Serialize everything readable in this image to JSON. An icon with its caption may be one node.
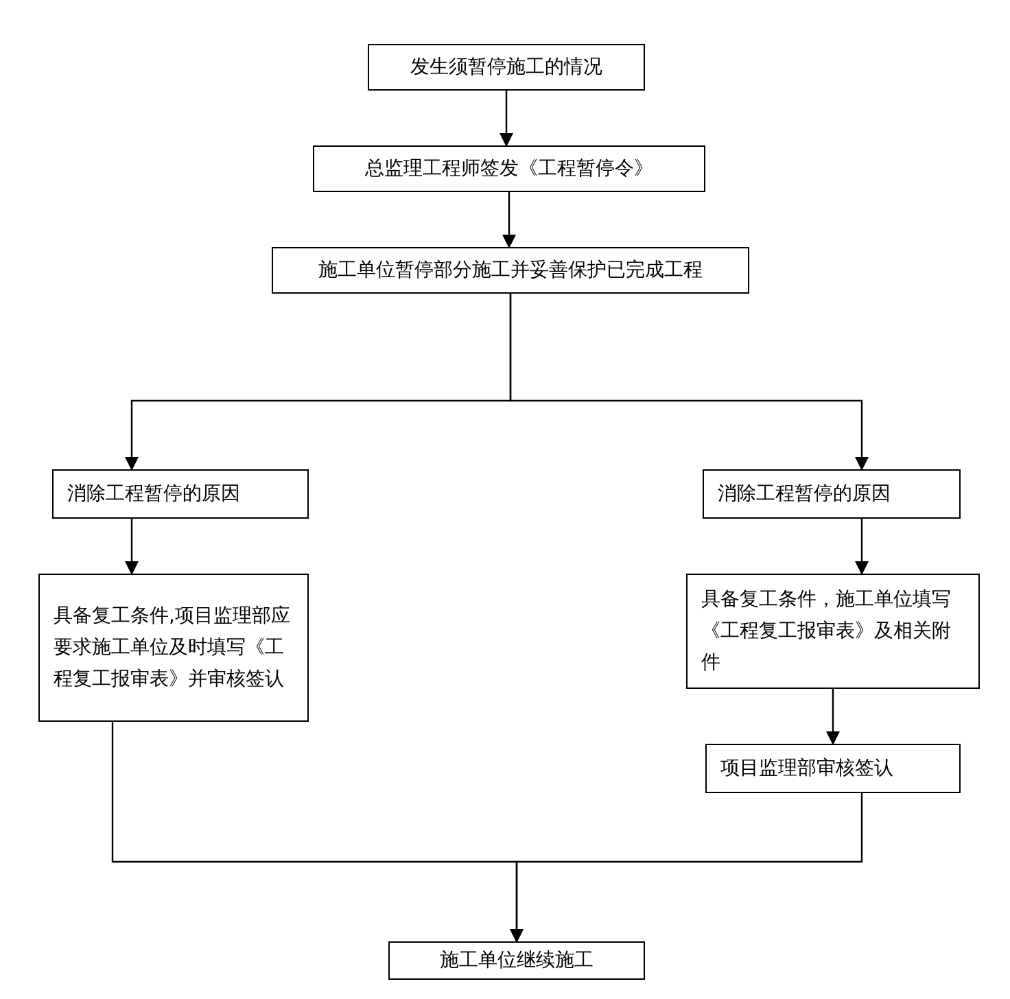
{
  "diagram": {
    "nodes": [
      {
        "text": [
          "发生须暂停施工的情况"
        ]
      },
      {
        "text": [
          "总监理工程师签发《工程暂停令》"
        ]
      },
      {
        "text": [
          "施工单位暂停部分施工并妥善保护已完成工程"
        ]
      },
      {
        "text": [
          "消除工程暂停的原因"
        ]
      },
      {
        "text": [
          "具备复工条件,项目监理部应要求施工单位及时填写《工程复工报审表》并审核签认"
        ]
      },
      {
        "text": [
          "消除工程暂停的原因"
        ]
      },
      {
        "text": [
          "具备复工条件，施工单位填写《工程复工报审表》及相关附件"
        ]
      },
      {
        "text": [
          "项目监理部审核签认"
        ]
      },
      {
        "text": [
          "施工单位继续施工"
        ]
      }
    ],
    "edges": [
      {
        "from": 0,
        "to": 1,
        "arrow": "to"
      },
      {
        "from": 1,
        "to": 2,
        "arrow": "to"
      },
      {
        "from": 2,
        "to": 3,
        "arrow": "to"
      },
      {
        "from": 2,
        "to": 5,
        "arrow": "to"
      },
      {
        "from": 3,
        "to": 4,
        "arrow": "to"
      },
      {
        "from": 5,
        "to": 6,
        "arrow": "to"
      },
      {
        "from": 6,
        "to": 7,
        "arrow": "to"
      },
      {
        "from": 4,
        "to": 8,
        "arrow": "to"
      },
      {
        "from": 7,
        "to": 8,
        "arrow": "to"
      }
    ]
  }
}
